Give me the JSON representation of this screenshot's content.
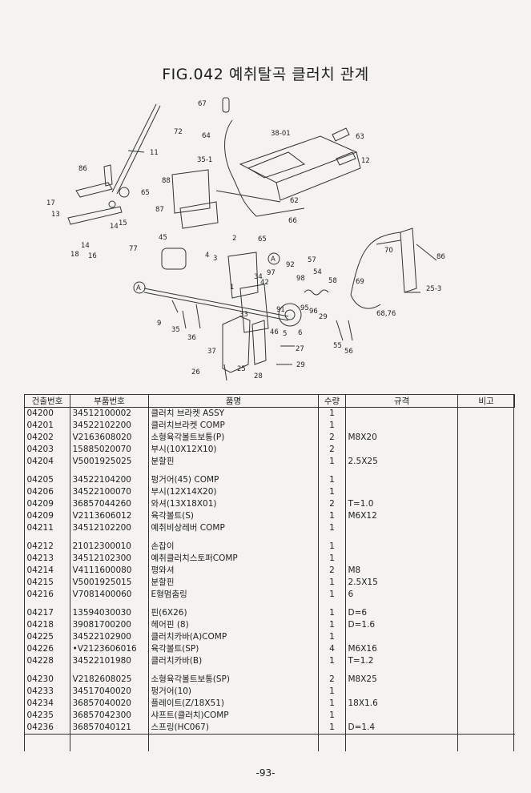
{
  "title": "FIG.042 예취탈곡 클러치 관계",
  "diagram_labels": [
    "67",
    "64",
    "72",
    "38-01",
    "63",
    "11",
    "35-1",
    "12",
    "86",
    "88",
    "65",
    "62",
    "17",
    "13",
    "87",
    "66",
    "14",
    "15",
    "65",
    "14",
    "18",
    "16",
    "77",
    "45",
    "2",
    "4",
    "3",
    "A",
    "92",
    "57",
    "70",
    "86",
    "34",
    "42",
    "97",
    "98",
    "54",
    "58",
    "69",
    "25-3",
    "A",
    "1",
    "91",
    "95",
    "96",
    "29",
    "68,76",
    "9",
    "35",
    "36",
    "33",
    "46",
    "5",
    "6",
    "55",
    "56",
    "37",
    "27",
    "26",
    "25",
    "29",
    "28"
  ],
  "table": {
    "headers": [
      "건출번호",
      "부품번호",
      "품명",
      "수량",
      "규격",
      "비고"
    ],
    "groups": [
      [
        {
          "no": "04200",
          "part": "34512100002",
          "name": "클러치 브라켓 ASSY",
          "qty": "1",
          "spec": ""
        },
        {
          "no": "04201",
          "part": "34522102200",
          "name": "클러치브라켓 COMP",
          "qty": "1",
          "spec": ""
        },
        {
          "no": "04202",
          "part": "V2163608020",
          "name": "소형육각볼트보통(P)",
          "qty": "2",
          "spec": "M8X20"
        },
        {
          "no": "04203",
          "part": "15885020070",
          "name": "부시(10X12X10)",
          "qty": "2",
          "spec": ""
        },
        {
          "no": "04204",
          "part": "V5001925025",
          "name": "분할핀",
          "qty": "1",
          "spec": "2.5X25"
        }
      ],
      [
        {
          "no": "04205",
          "part": "34522104200",
          "name": "펑거어(45) COMP",
          "qty": "1",
          "spec": ""
        },
        {
          "no": "04206",
          "part": "34522100070",
          "name": "부시(12X14X20)",
          "qty": "1",
          "spec": ""
        },
        {
          "no": "04209",
          "part": "36857044260",
          "name": "와셔(13X18X01)",
          "qty": "2",
          "spec": "T=1.0"
        },
        {
          "no": "04209",
          "part": "V2113606012",
          "name": "육각볼트(S)",
          "qty": "1",
          "spec": "M6X12"
        },
        {
          "no": "04211",
          "part": "34512102200",
          "name": "예취비상레버 COMP",
          "qty": "1",
          "spec": ""
        }
      ],
      [
        {
          "no": "04212",
          "part": "21012300010",
          "name": "손잡이",
          "qty": "1",
          "spec": ""
        },
        {
          "no": "04213",
          "part": "34512102300",
          "name": "예취클러치스토퍼COMP",
          "qty": "1",
          "spec": ""
        },
        {
          "no": "04214",
          "part": "V4111600080",
          "name": "평와셔",
          "qty": "2",
          "spec": "M8"
        },
        {
          "no": "04215",
          "part": "V5001925015",
          "name": "분할핀",
          "qty": "1",
          "spec": "2.5X15"
        },
        {
          "no": "04216",
          "part": "V7081400060",
          "name": "E형멈춤링",
          "qty": "1",
          "spec": "6"
        }
      ],
      [
        {
          "no": "04217",
          "part": "13594030030",
          "name": "핀(6X26)",
          "qty": "1",
          "spec": "D=6"
        },
        {
          "no": "04218",
          "part": "39081700200",
          "name": "헤어핀 (8)",
          "qty": "1",
          "spec": "D=1.6"
        },
        {
          "no": "04225",
          "part": "34522102900",
          "name": "클러치카바(A)COMP",
          "qty": "1",
          "spec": ""
        },
        {
          "no": "04226",
          "part": "•V2123606016",
          "name": "육각볼트(SP)",
          "qty": "4",
          "spec": "M6X16"
        },
        {
          "no": "04228",
          "part": "34522101980",
          "name": "클러치카바(B)",
          "qty": "1",
          "spec": "T=1.2"
        }
      ],
      [
        {
          "no": "04230",
          "part": "V2182608025",
          "name": "소형육각볼트보통(SP)",
          "qty": "2",
          "spec": "M8X25"
        },
        {
          "no": "04233",
          "part": "34517040020",
          "name": "펑거어(10)",
          "qty": "1",
          "spec": ""
        },
        {
          "no": "04234",
          "part": "36857040020",
          "name": "플레이트(Z/18X51)",
          "qty": "1",
          "spec": "18X1.6"
        },
        {
          "no": "04235",
          "part": "36857042300",
          "name": "샤프트(클러치)COMP",
          "qty": "1",
          "spec": ""
        },
        {
          "no": "04236",
          "part": "36857040121",
          "name": "스프링(HC067)",
          "qty": "1",
          "spec": "D=1.4"
        }
      ]
    ]
  },
  "page_number": "-93-"
}
